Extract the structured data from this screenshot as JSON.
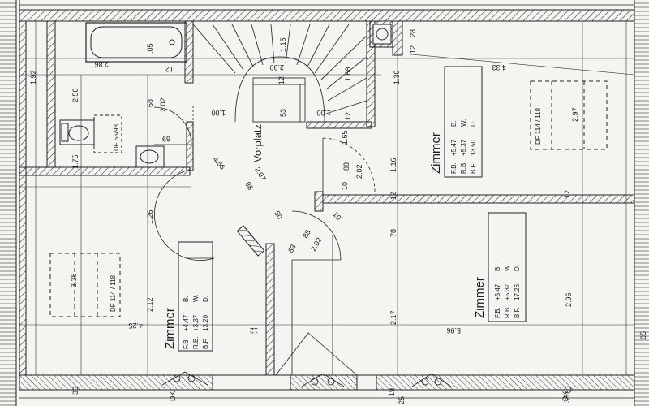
{
  "rooms": {
    "zimmer_right": {
      "name": "Zimmer",
      "fb": "F.B.",
      "fb_v": "+5.47",
      "fb_u": "B.",
      "rb": "R.B.",
      "rb_v": "+5.37",
      "rb_u": "W.",
      "bf": "B.F.",
      "bf_v": "13.50",
      "bf_u": "D."
    },
    "zimmer_mid": {
      "name": "Zimmer",
      "fb": "F.B.",
      "fb_v": "+5.47",
      "fb_u": "B.",
      "rb": "R.B.",
      "rb_v": "+5.37",
      "rb_u": "W.",
      "bf": "B.F.",
      "bf_v": "17.26",
      "bf_u": "D."
    },
    "zimmer_left": {
      "name": "Zimmer",
      "fb": "F.B.",
      "fb_v": "+4.47",
      "fb_u": "B.",
      "rb": "R.B.",
      "rb_v": "+3.37",
      "rb_u": "W.",
      "bf": "B.F.",
      "bf_v": "13.20",
      "bf_u": "D."
    },
    "vorplatz": {
      "name": "Vorplatz"
    }
  },
  "skylights": {
    "top_right": "DF 114 / 118",
    "left": "DF 114 / 118",
    "wc": "DF 55/98"
  },
  "dims": {
    "d_192": "1.92",
    "d_250": "2.50",
    "d_175": "1.75",
    "d_286": "2.86",
    "d_05": ".05",
    "d_125a": "12",
    "d_68": "68",
    "d_202a": "2.02",
    "d_69": "69",
    "d_115": "1.15",
    "d_290": "2.90",
    "d_12": "12",
    "d_100a": "1.00",
    "d_53": "53",
    "d_100b": "1.00",
    "d_168": "1.68",
    "d_125b": "12",
    "d_1305": "1.30",
    "d_125c": "12",
    "d_28": "28",
    "d_433": "4.33",
    "d_297": "2.97",
    "d_1165": "1.16",
    "d_88a": "88",
    "d_202b": "2.02",
    "d_10": "10",
    "d_165": "1.65",
    "d_125d": "12",
    "d_125e": "12",
    "d_456": "4.56",
    "d_207": "2.07",
    "d_88b": "88",
    "d_50": "50",
    "d_10b": "10",
    "d_88c": "88",
    "d_202c": "2.02",
    "d_63": "63",
    "d_126": "1.26",
    "d_212": "2.12",
    "d_425": "4.25",
    "d_338": "3.38",
    "d_787": "78",
    "d_2178": "2.17",
    "d_5965": "5.96",
    "d_2965": "2.96",
    "d_365": "36",
    "d_19": "19",
    "d_25": "25",
    "d_35": "35",
    "d_125f": "12",
    "d_dk1": "DK",
    "d_dk2": "DK",
    "d_05b": "05"
  }
}
